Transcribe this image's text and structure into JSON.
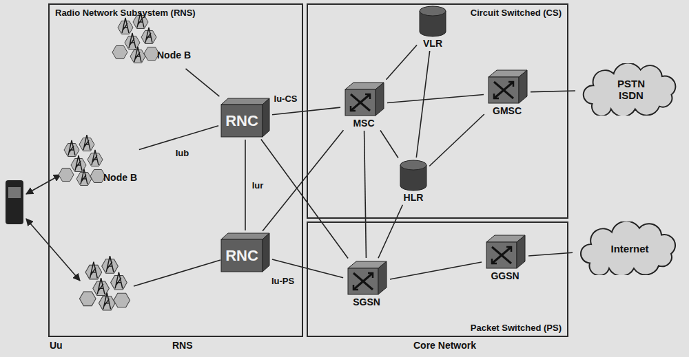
{
  "diagram": {
    "nodes": [
      {
        "text": [
          "Radio Network Subsystem (RNS)"
        ]
      },
      {
        "text": [
          "Circuit Switched (CS)"
        ]
      },
      {
        "text": [
          "Packet Switched (PS)"
        ]
      },
      {
        "text": [
          "Node B"
        ],
        "in": 0
      },
      {
        "text": [
          "RNC"
        ],
        "in": 0
      },
      {
        "text": [
          "Node B"
        ],
        "in": 0
      },
      {
        "text": [
          "RNC"
        ],
        "in": 0
      },
      {
        "text": [
          "MSC"
        ],
        "in": 1
      },
      {
        "text": [
          "VLR"
        ],
        "in": 1
      },
      {
        "text": [
          "GMSC"
        ],
        "in": 1
      },
      {
        "text": [
          "HLR"
        ],
        "in": 1
      },
      {
        "text": [
          "SGSN"
        ],
        "in": 2
      },
      {
        "text": [
          "GGSN"
        ],
        "in": 2
      },
      {
        "text": [
          "PSTN ISDN"
        ]
      },
      {
        "text": [
          "Internet"
        ]
      }
    ],
    "edges": [
      {
        "from": 3,
        "to": 4,
        "arrow": "none"
      },
      {
        "from": 5,
        "to": 4,
        "label": "Iub",
        "arrow": "none"
      },
      {
        "from": 4,
        "to": 6,
        "label": "Iur",
        "arrow": "none"
      },
      {
        "from": 4,
        "to": 7,
        "label": "Iu-CS",
        "arrow": "none"
      },
      {
        "from": 4,
        "to": 11,
        "arrow": "none"
      },
      {
        "from": 6,
        "to": 7,
        "arrow": "none"
      },
      {
        "from": 6,
        "to": 11,
        "label": "Iu-PS",
        "arrow": "none"
      },
      {
        "from": 7,
        "to": 8,
        "arrow": "none"
      },
      {
        "from": 7,
        "to": 9,
        "arrow": "none"
      },
      {
        "from": 7,
        "to": 10,
        "arrow": "none"
      },
      {
        "from": 8,
        "to": 10,
        "arrow": "none"
      },
      {
        "from": 9,
        "to": 10,
        "arrow": "none"
      },
      {
        "from": 7,
        "to": 11,
        "arrow": "none"
      },
      {
        "from": 10,
        "to": 11,
        "arrow": "none"
      },
      {
        "from": 11,
        "to": 12,
        "arrow": "none"
      },
      {
        "from": 9,
        "to": 13,
        "arrow": "none"
      },
      {
        "from": 12,
        "to": 14,
        "arrow": "none"
      }
    ],
    "labels": [
      "Uu",
      "RNS",
      "Core Network"
    ]
  }
}
